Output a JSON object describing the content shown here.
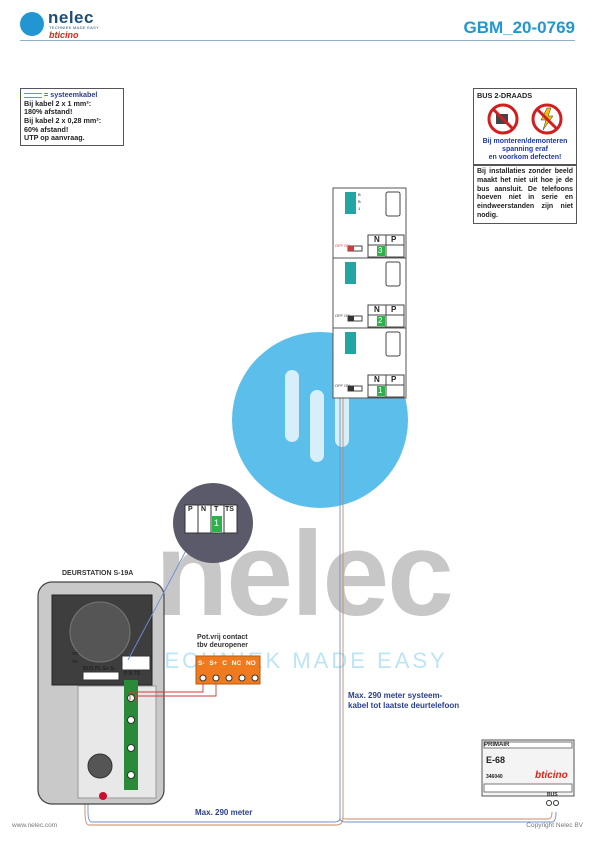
{
  "header": {
    "brand_name": "nelec",
    "brand_tagline": "TECHNIEK MADE EASY",
    "brand_partner": "bticino",
    "doc_code": "GBM_20-0769"
  },
  "cable_note": {
    "legend": "= systeemkabel",
    "lines": [
      "Bij kabel 2 x 1 mm²:",
      "180% afstand!",
      "Bij kabel 2 x 0,28 mm²:",
      "60% afstand!",
      "UTP op aanvraag."
    ]
  },
  "bus_box": {
    "title": "BUS 2-DRAADS",
    "warning": [
      "Bij monteren/demonteren",
      "spanning eraf",
      "en voorkom defecten!"
    ]
  },
  "info_box": {
    "text": "Bij installaties zonder beeld maakt het niet uit hoe je de bus aansluit. De telefoons hoeven niet in serie en eindweerstanden zijn niet nodig."
  },
  "handsets": [
    {
      "n_label": "N",
      "p_label": "P",
      "n_value": "3",
      "switch_label": "OFF ON"
    },
    {
      "n_label": "N",
      "p_label": "P",
      "n_value": "2",
      "switch_label": "OFF ON"
    },
    {
      "n_label": "N",
      "p_label": "P",
      "n_value": "1",
      "switch_label": "OFF ON"
    }
  ],
  "handset_terminal_labels": [
    "B",
    "B",
    "1"
  ],
  "zoom_detail": {
    "labels": [
      "P",
      "N",
      "T",
      "TS"
    ],
    "value": "1"
  },
  "door_station": {
    "title": "DEURSTATION S-19A",
    "terminal_labels": "BUS PL S+ S-",
    "dip_labels": "P N TS"
  },
  "contact": {
    "title": "Pot.vrij contact",
    "subtitle": "tbv deuropener",
    "terminals": [
      "S-",
      "S+",
      "C",
      "NC",
      "NO"
    ]
  },
  "notes": {
    "max_system": "Max. 290 meter systeem-",
    "max_system2": "kabel tot laatste deurtelefoon",
    "max_bottom": "Max. 290 meter"
  },
  "power_supply": {
    "primary": "PRIMAIR",
    "model": "E-68",
    "code": "346040",
    "brand": "bticino",
    "bus": "BUS"
  },
  "footer": {
    "left": "www.nelec.com",
    "right": "Copyright Nelec BV"
  },
  "watermark": {
    "word": "nelec",
    "tagline": "TECHNIEK MADE EASY"
  },
  "colors": {
    "accent": "#2196d3",
    "cable_blue": "#6b8fd6",
    "cable_red": "#d23a3a",
    "orange": "#f07a1e",
    "green_module": "#2a8a3a",
    "teal": "#23a5a5"
  }
}
